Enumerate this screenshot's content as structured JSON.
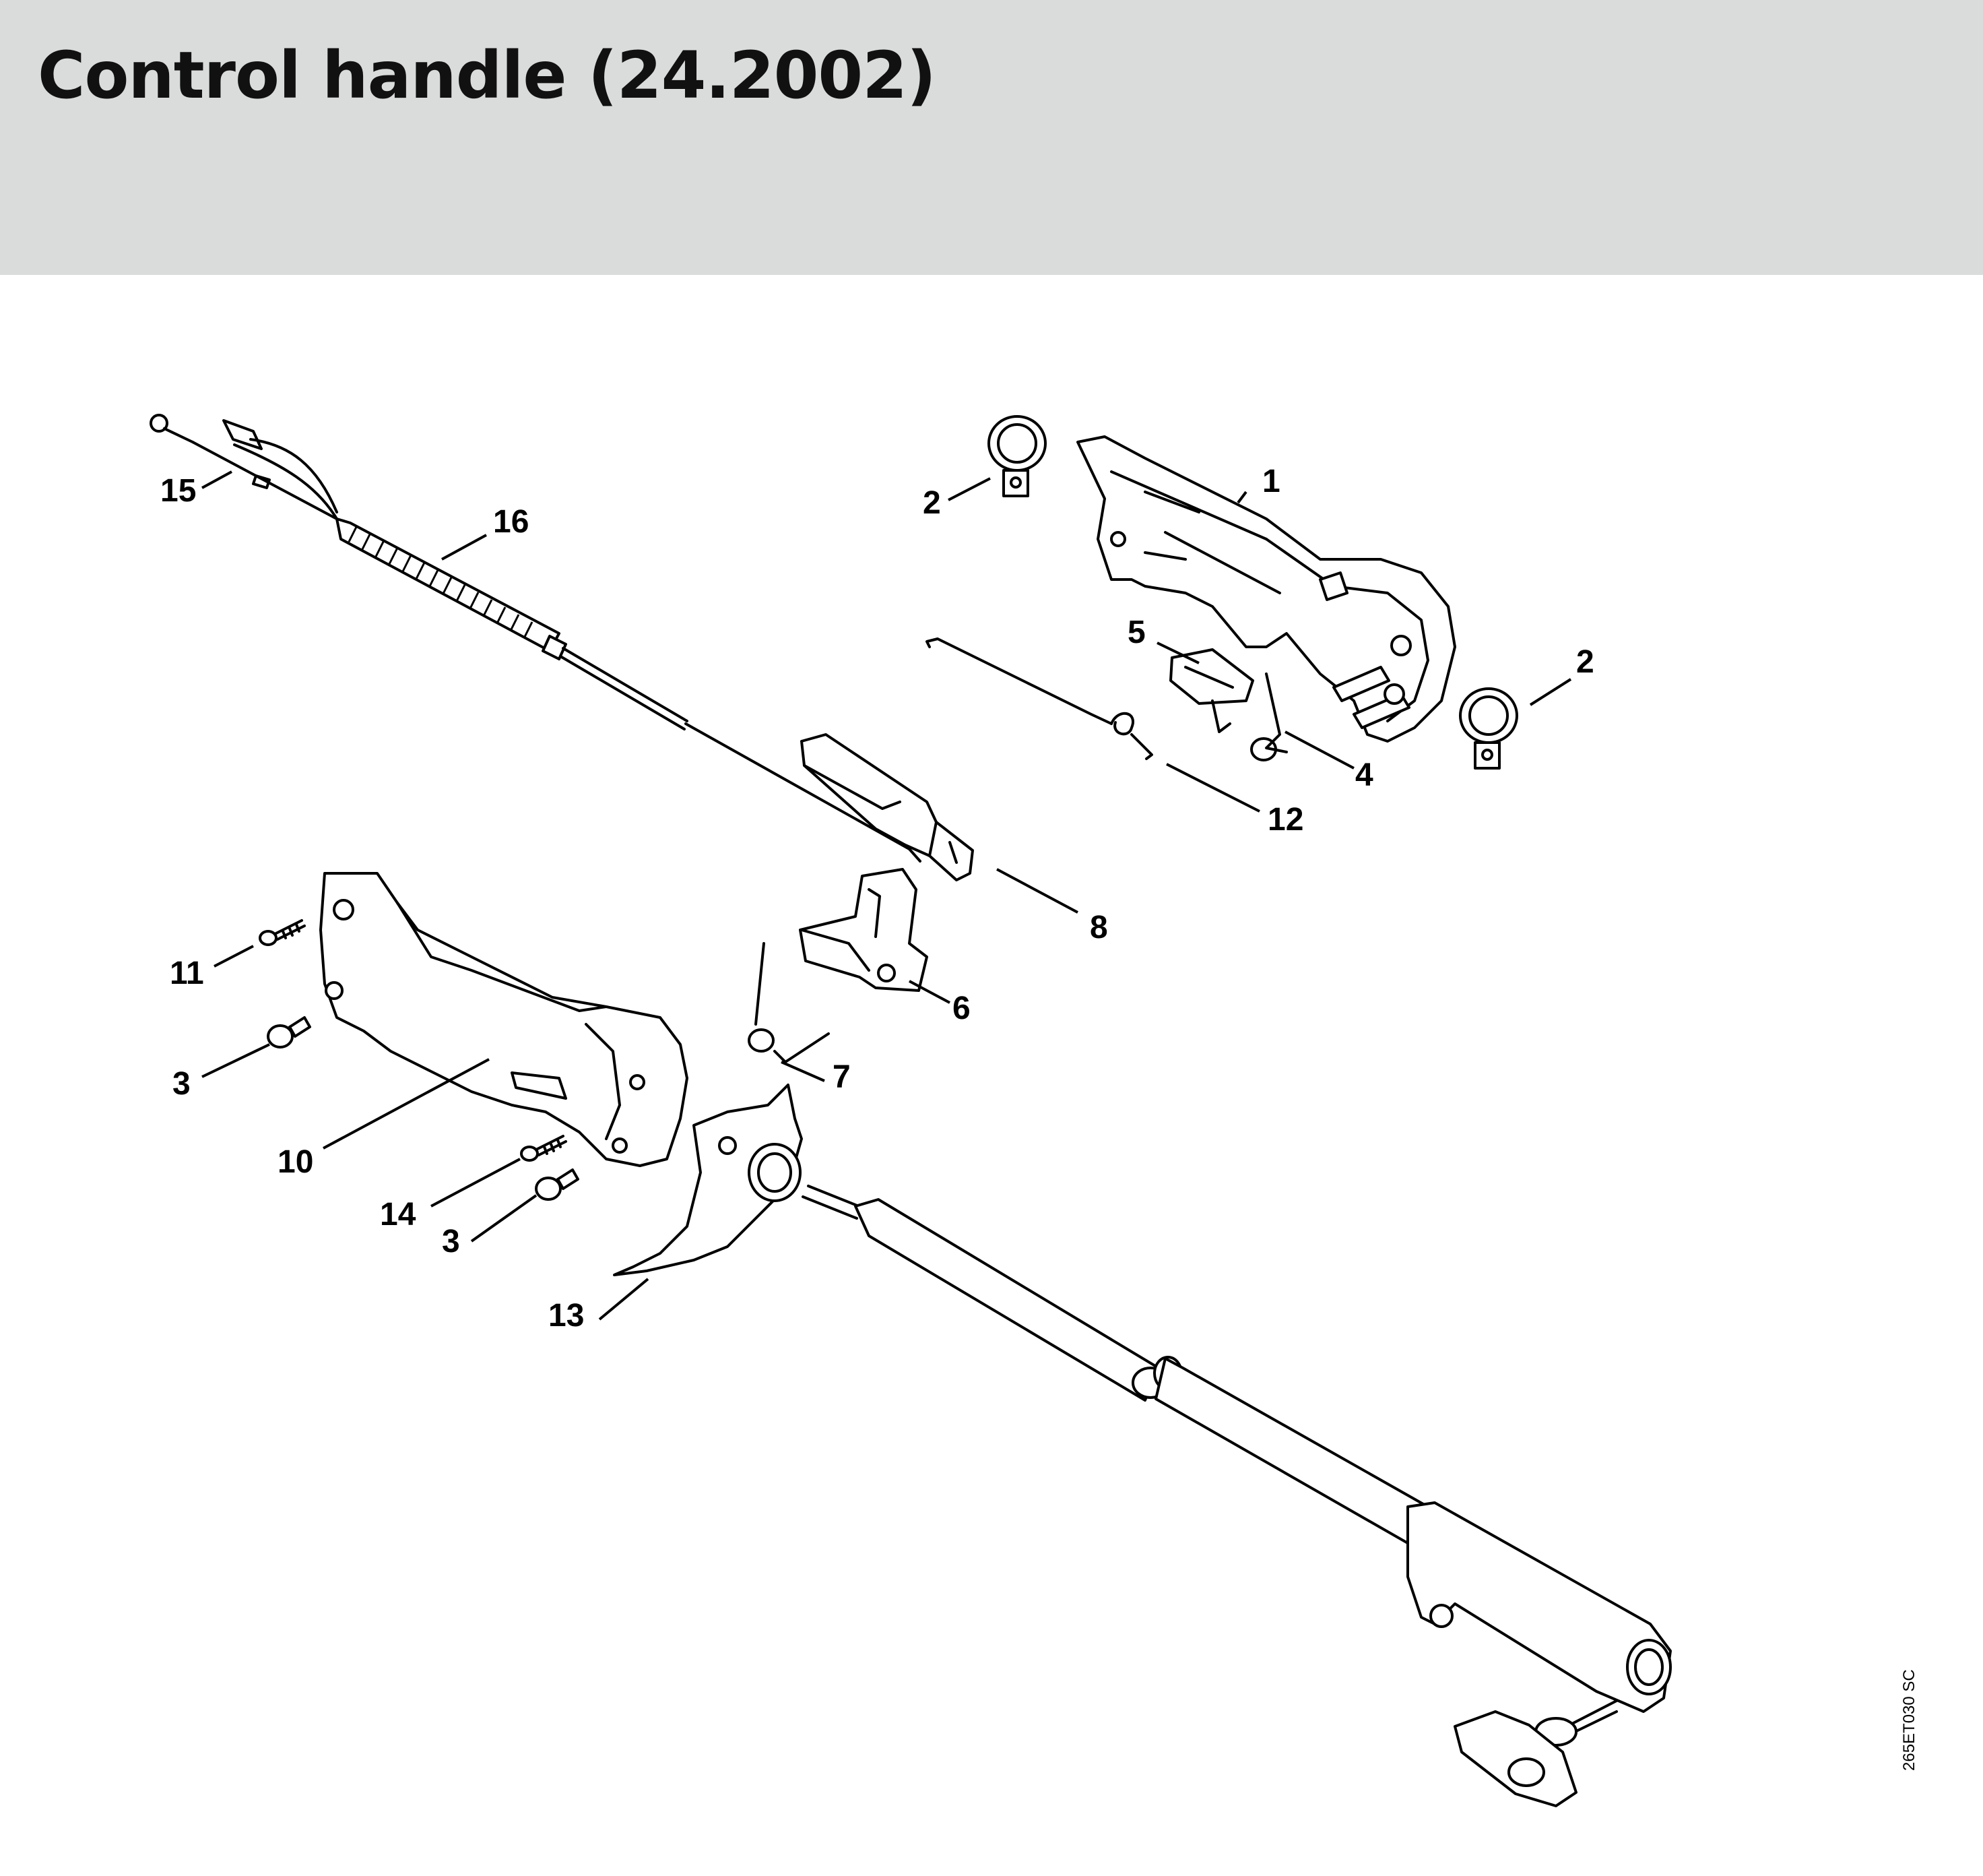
{
  "header": {
    "title": "Control handle (24.2002)",
    "background_color": "#dadcdb"
  },
  "diagram": {
    "reference_code": "265ET030 SC",
    "callouts": [
      "1",
      "2",
      "2",
      "3",
      "3",
      "4",
      "5",
      "6",
      "7",
      "8",
      "10",
      "11",
      "12",
      "13",
      "14",
      "15",
      "16"
    ]
  }
}
